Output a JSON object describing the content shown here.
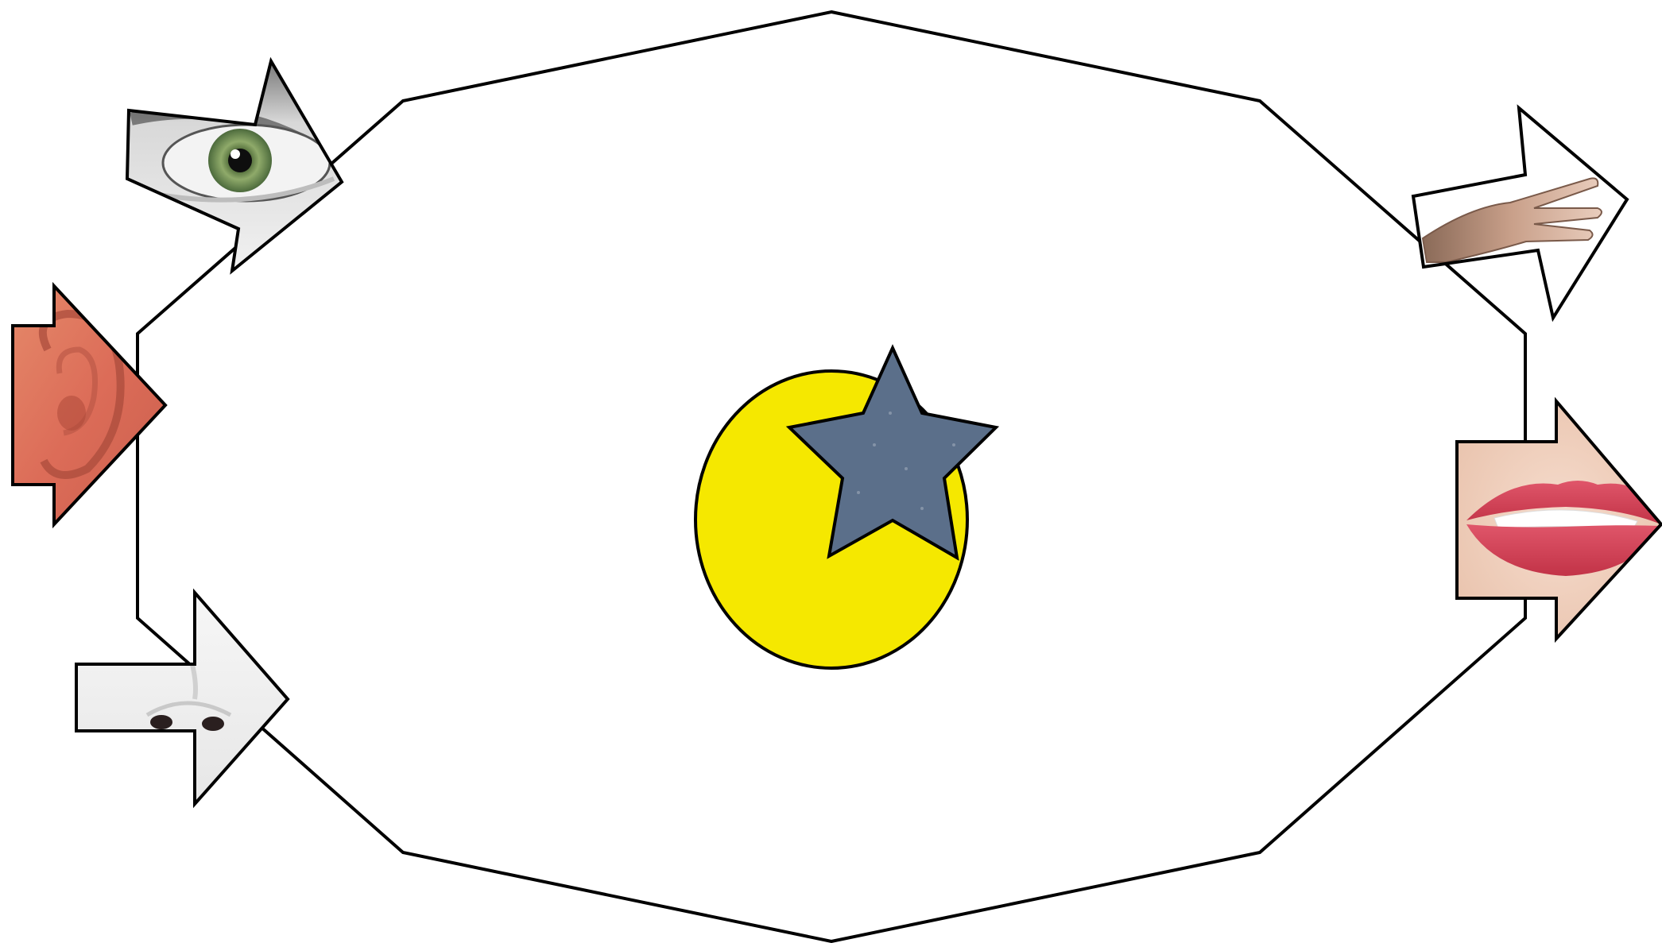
{
  "diagram": {
    "description_free": true,
    "colors": {
      "background": "#ffffff",
      "outline": "#000000",
      "center_circle": "#f5e800",
      "star": "#5b6f8a"
    },
    "center": {
      "circle_icon": "yellow-circle",
      "star_icon": "blue-grey-star"
    },
    "inputs": [
      {
        "name": "eye",
        "icon": "eye-arrow-icon"
      },
      {
        "name": "ear",
        "icon": "ear-arrow-icon"
      },
      {
        "name": "nose",
        "icon": "nose-arrow-icon"
      }
    ],
    "outputs": [
      {
        "name": "hand",
        "icon": "hand-arrow-icon"
      },
      {
        "name": "mouth",
        "icon": "mouth-arrow-icon"
      }
    ]
  }
}
